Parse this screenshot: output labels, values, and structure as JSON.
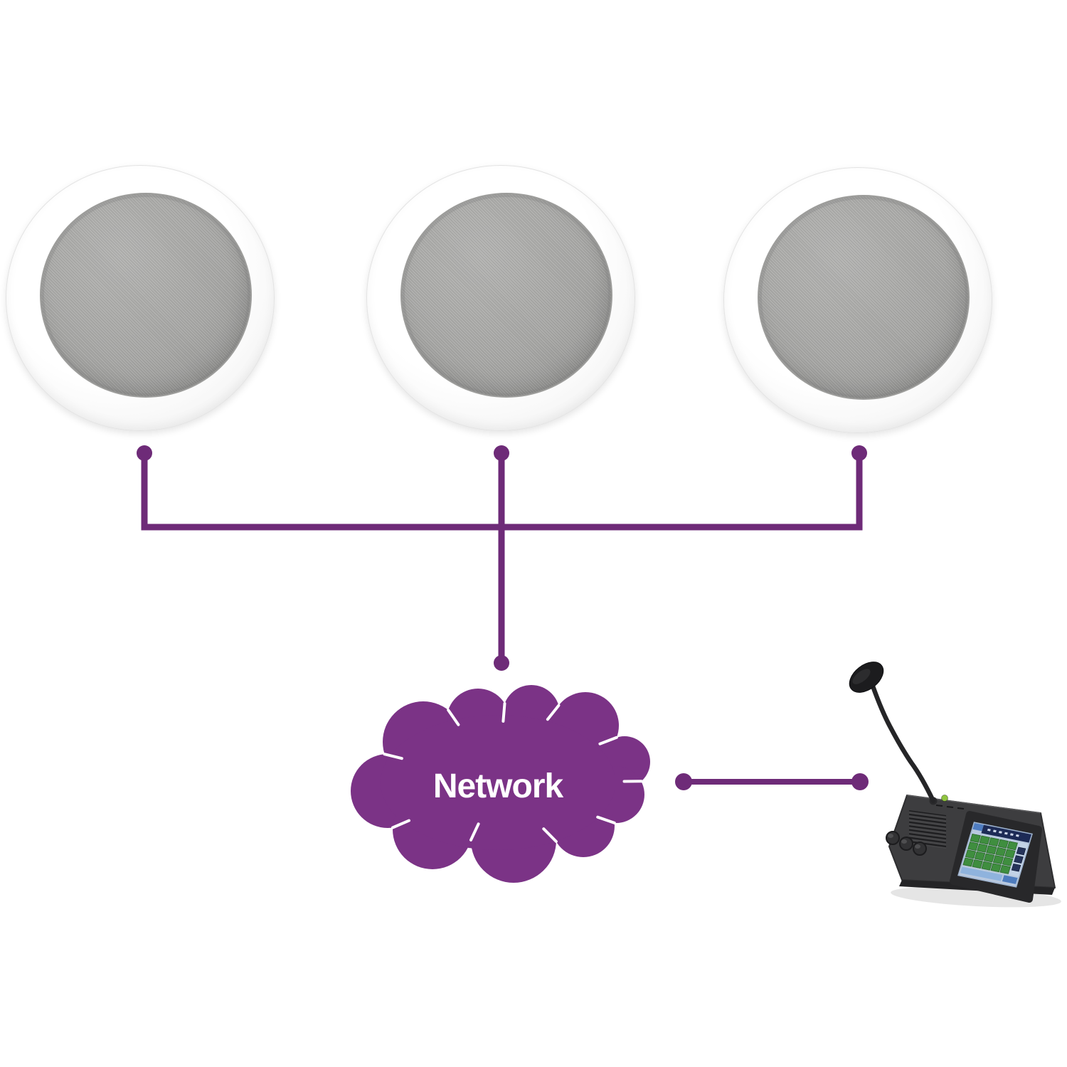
{
  "diagram": {
    "cloud": {
      "label": "Network"
    },
    "speakers": [
      {
        "id": "ceiling-speaker-1"
      },
      {
        "id": "ceiling-speaker-2"
      },
      {
        "id": "ceiling-speaker-3"
      }
    ],
    "console": {
      "id": "paging-console"
    }
  },
  "colors": {
    "connector": "#6e2b78",
    "cloud": "#7b3386",
    "cloud_label": "#ffffff",
    "background": "#ffffff"
  }
}
